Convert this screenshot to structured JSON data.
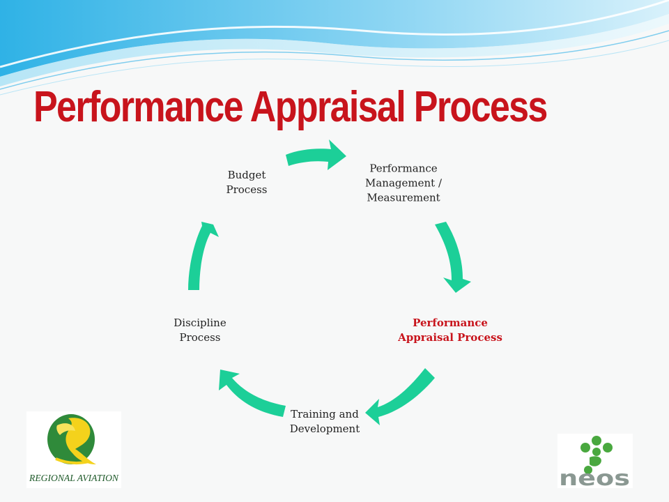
{
  "slide": {
    "title": "Performance Appraisal Process",
    "colors": {
      "title": "#c8141c",
      "arrow": "#1ccf98",
      "highlight": "#c8141c",
      "banner": "#56bfe8"
    }
  },
  "cycle": {
    "nodes": [
      {
        "label": "Performance\nManagement /\nMeasurement",
        "highlight": false
      },
      {
        "label": "Performance\nAppraisal Process",
        "highlight": true
      },
      {
        "label": "Training and\nDevelopment",
        "highlight": false
      },
      {
        "label": "Discipline\nProcess",
        "highlight": false
      },
      {
        "label": "Budget\nProcess",
        "highlight": false
      }
    ]
  },
  "logos": {
    "left": {
      "name": "regional-aviation-logo",
      "text": "REGIONAL AVIATION"
    },
    "right": {
      "name": "neos-logo",
      "text": "neos"
    }
  }
}
